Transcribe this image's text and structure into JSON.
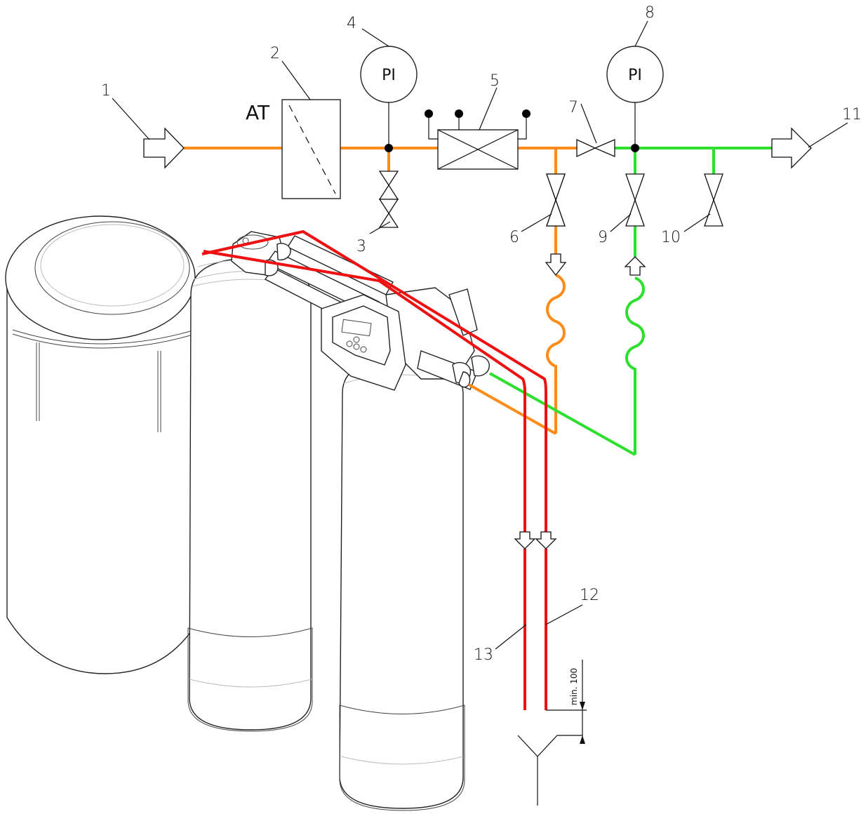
{
  "labels": {
    "n1": "1",
    "n2": "2",
    "n3": "3",
    "n4": "4",
    "n5": "5",
    "n6": "6",
    "n7": "7",
    "n8": "8",
    "n9": "9",
    "n10": "10",
    "n11": "11",
    "n12": "12",
    "n13": "13"
  },
  "symbols": {
    "filter_tag": "AT",
    "gauge_1": "PI",
    "gauge_2": "PI"
  },
  "dimension": "min. 100",
  "colors": {
    "raw_water": "#ff8c1a",
    "soft_water": "#2de02d",
    "drain": "#ee1111"
  }
}
